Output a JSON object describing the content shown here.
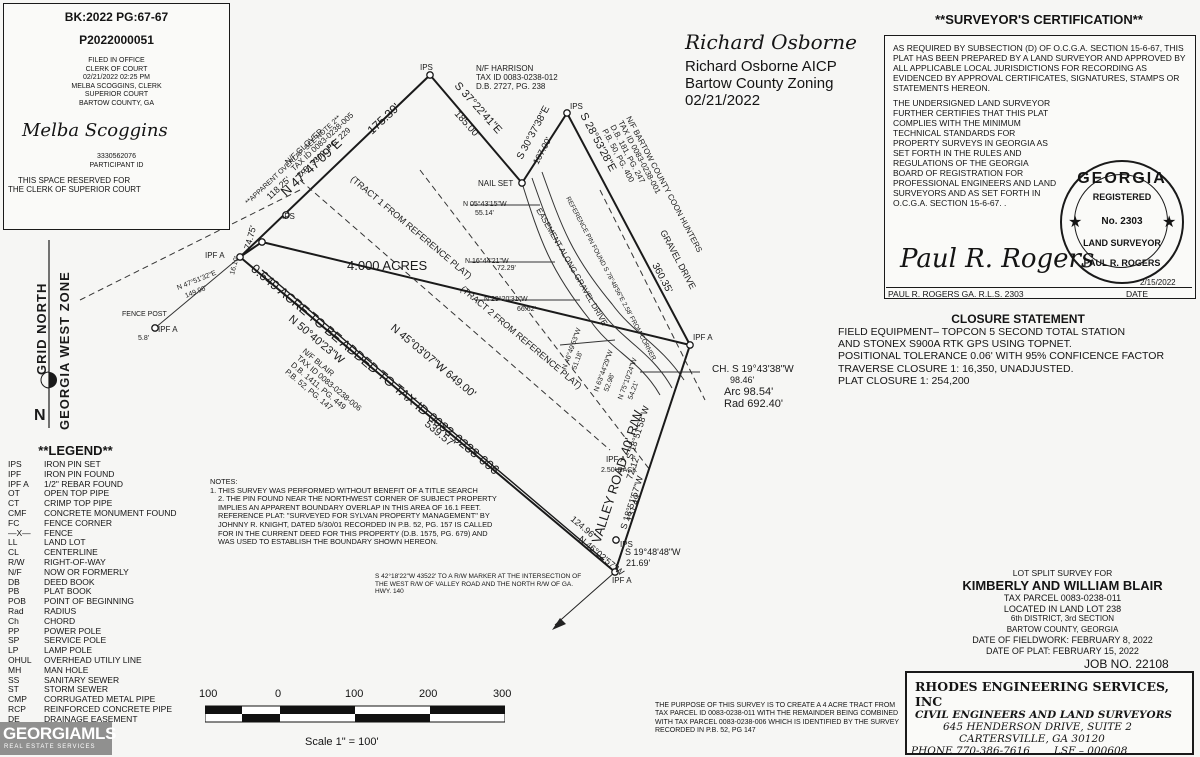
{
  "clerk_box": {
    "book_page": "BK:2022 PG:67-67",
    "doc_number": "P2022000051",
    "filed_lines": [
      "FILED IN OFFICE",
      "CLERK OF COURT",
      "02/21/2022 02:25 PM",
      "MELBA SCOGGINS, CLERK",
      "SUPERIOR COURT",
      "BARTOW COUNTY, GA"
    ],
    "signature": "Melba Scoggins",
    "participant_id": "3330562076",
    "participant_label": "PARTICIPANT ID",
    "reserved_lines": [
      "THIS SPACE RESERVED FOR",
      "THE CLERK OF SUPERIOR COURT"
    ]
  },
  "zoning": {
    "signature": "Richard Osborne",
    "name": "Richard Osborne AICP",
    "dept": "Bartow County Zoning",
    "date": "02/21/2022"
  },
  "certification": {
    "title": "**SURVEYOR'S CERTIFICATION**",
    "para1": "AS REQUIRED BY SUBSECTION (d) OF O.C.G.A. SECTION 15-6-67, THIS PLAT HAS BEEN PREPARED BY A LAND SURVEYOR AND APPROVED BY ALL APPLICABLE LOCAL JURISDICTIONS FOR RECORDING AS EVIDENCED BY APPROVAL CERTIFICATES, SIGNATURES, STAMPS OR STATEMENTS HEREON.",
    "para2": "THE UNDERSIGNED LAND SURVEYOR FURTHER CERTIFIES THAT THIS PLAT COMPLIES WITH THE MINIMUM TECHNICAL STANDARDS FOR PROPERTY SURVEYS IN GEORGIA AS SET FORTH IN THE RULES AND REGULATIONS OF THE GEORGIA BOARD OF REGISTRATION FOR PROFESSIONAL ENGINEERS AND LAND SURVEYORS AND AS SET FORTH IN O.C.G.A. SECTION 15-6-67. .",
    "seal_top": "GEORGIA",
    "seal_mid": "REGISTERED",
    "seal_no": "No. 2303",
    "seal_bottom": "LAND SURVEYOR",
    "seal_name": "PAUL R. ROGERS",
    "sign_date": "2/15/2022",
    "surveyor": "PAUL R. ROGERS GA. R.L.S. 2303",
    "date_label": "DATE"
  },
  "closure": {
    "title": "CLOSURE STATEMENT",
    "lines": [
      "FIELD EQUIPMENT– TOPCON 5 SECOND TOTAL STATION",
      "AND STONEX S900A RTK GPS USING TOPNET.",
      "POSITIONAL TOLERANCE 0.06' WITH 95% CONFICENCE FACTOR",
      "TRAVERSE CLOSURE 1: 16,350, UNADJUSTED.",
      "PLAT CLOSURE 1: 254,200"
    ]
  },
  "title_block": {
    "heading": "LOT SPLIT SURVEY FOR",
    "client": "KIMBERLY AND WILLIAM BLAIR",
    "lines": [
      "TAX PARCEL 0083-0238-011",
      "LOCATED IN LAND LOT 238",
      "6th DISTRICT, 3rd SECTION",
      "BARTOW COUNTY, GEORGIA",
      "DATE OF FIELDWORK: FEBRUARY 8, 2022",
      "DATE OF PLAT: FEBRUARY 15, 2022"
    ],
    "job": "JOB NO. 22108"
  },
  "company": {
    "name": "RHODES ENGINEERING SERVICES, INC",
    "tagline": "CIVIL ENGINEERS AND LAND SURVEYORS",
    "address1": "645 HENDERSON DRIVE, SUITE 2",
    "address2": "CARTERSVILLE, GA   30120",
    "phone": "PHONE 770-386-7616",
    "lsf": "LSF – 000608"
  },
  "purpose_note": "THE PURPOSE OF THIS SURVEY IS TO CREATE A 4 ACRE TRACT FROM TAX PARCEL ID 0083-0238-011 WITH THE REMAINDER BEING COMBINED WITH TAX PARCEL 0083-0238-006 WHICH IS IDENTIFIED BY THE SURVEY RECORDED IN P.B. 52, PG 147",
  "notes": {
    "title": "NOTES:",
    "items": [
      "1. THIS SURVEY WAS PERFORMED WITHOUT BENEFIT OF A TITLE SEARCH",
      "2. THE PIN FOUND NEAR THE NORTHWEST CORNER OF SUBJECT PROPERTY IMPLIES AN APPARENT BOUNDARY OVERLAP IN THIS AREA OF 16.1 FEET. REFERENCE PLAT: \"SURVEYED FOR SYLVAN PROPERTY MANAGEMENT\" BY JOHNNY R. KNIGHT, DATED 5/30/01 RECORDED IN P.B. 52, PG. 157 IS CALLED FOR IN THE CURRENT DEED FOR THIS PROPERTY (D.B. 1575, PG. 679) AND WAS USED TO ESTABLISH THE BOUNDARY SHOWN HEREON."
    ]
  },
  "legend": {
    "title": "**LEGEND**",
    "items": [
      [
        "IPS",
        "IRON PIN SET"
      ],
      [
        "IPF",
        "IRON PIN FOUND"
      ],
      [
        "IPF A",
        "1/2\" REBAR FOUND"
      ],
      [
        "OT",
        "OPEN TOP PIPE"
      ],
      [
        "CT",
        "CRIMP TOP PIPE"
      ],
      [
        "CMF",
        "CONCRETE MONUMENT FOUND"
      ],
      [
        "FC",
        "FENCE CORNER"
      ],
      [
        "—X—",
        "FENCE"
      ],
      [
        "LL",
        "LAND LOT"
      ],
      [
        "CL",
        "CENTERLINE"
      ],
      [
        "R/W",
        "RIGHT-OF-WAY"
      ],
      [
        "N/F",
        "NOW OR FORMERLY"
      ],
      [
        "DB",
        "DEED BOOK"
      ],
      [
        "PB",
        "PLAT BOOK"
      ],
      [
        "POB",
        "POINT OF BEGINNING"
      ],
      [
        "Rad",
        "RADIUS"
      ],
      [
        "Ch",
        "CHORD"
      ],
      [
        "PP",
        "POWER POLE"
      ],
      [
        "SP",
        "SERVICE POLE"
      ],
      [
        "LP",
        "LAMP POLE"
      ],
      [
        "OHUL",
        "OVERHEAD UTILIY LINE"
      ],
      [
        "MH",
        "MAN HOLE"
      ],
      [
        "SS",
        "SANITARY SEWER"
      ],
      [
        "ST",
        "STORM SEWER"
      ],
      [
        "CMP",
        "CORRUGATED METAL PIPE"
      ],
      [
        "RCP",
        "REINFORCED CONCRETE PIPE"
      ],
      [
        "DE",
        "DRAINAGE EASEMENT"
      ]
    ]
  },
  "north": {
    "line1": "GRID NORTH",
    "line2": "GEORGIA WEST ZONE",
    "letter": "N"
  },
  "scale": {
    "ticks": [
      "100",
      "0",
      "100",
      "200",
      "300"
    ],
    "caption": "Scale  1\"  =  100'"
  },
  "watermark": {
    "main": "GEORGIAMLS",
    "sub": "REAL ESTATE SERVICES"
  },
  "plat_labels": {
    "acres": "4.000 ACRES",
    "addition": "0.649 ACRE TO BE ADDED TO TAX ID 0083-0238-006",
    "tract1": "(TRACT 1 FROM REFERENCE PLAT)",
    "tract2": "(TRACT 2 FROM REFERENCE PLAT)",
    "road": "VALLEY ROAD  40' R/W",
    "gravel": "GRAVEL DRIVE",
    "easement": "EASEMENT ALONG GRAVEL DRIVE",
    "harrison": [
      "N/F HARRISON",
      "TAX ID 0083-0238-012",
      "D.B. 2727, PG. 238"
    ],
    "glover": [
      "N/F GLOVER",
      "TAX ID 0083-0238-005",
      "D.B. 3392, PG. 229"
    ],
    "blair": [
      "N/F BLAIR",
      "TAX ID 0083-0238-006",
      "D.B. 1411, PG. 449",
      "P.B. 52, PG. 147"
    ],
    "bartow": [
      "N/F BARTOW COUNTY COON HUNTERS",
      "TAX ID 0083-0238-001",
      "D.B. 181, PG. 247",
      "P.B. 50, PG. 400"
    ],
    "overlap": "**APPARENT OVERLAP, SEE NOTE 2**",
    "north_line": "N 47°47'09\"E",
    "north_dist": "175.39'",
    "north_dist2": "118.25'",
    "east1": "S 37°22'41\"E",
    "east1_dist": "185.00'",
    "east2": "S 30°37'38\"E",
    "east2_dist": "107.00'",
    "east3": "S 28°53'28\"E",
    "east3_dist": "360.35'",
    "diag": "N 45°03'07\"W  649.00'",
    "south": "N 50°40'23\"W",
    "south_dist": "539.57'",
    "short_dist": "74.75'",
    "bottom_dist": "124.96'",
    "bottom_bearing": "N 46°02'57\"W",
    "road_bearing1": "S 18°51'58\"W",
    "road_dist1": "72.12'",
    "road_bearing2": "S 18°51'57\"W",
    "road_dist2": "131.49'",
    "sw_bearing": "S 19°48'48\"W",
    "sw_dist": "21.69'",
    "chord": "CH. S 19°43'38\"W",
    "chord_dist": "98.46'",
    "arc": "Arc 98.54'",
    "rad": "Rad 692.40'",
    "fence_bearing": "N 47°51'32\"E",
    "fence_dist": "149.96'",
    "w_dist": "16.10'",
    "fence_post": "FENCE POST",
    "small_58": "5.8'",
    "nail_set": "NAIL SET",
    "ipf_back": "2.50' BACK",
    "ips": "IPS",
    "ipf_a": "IPF A",
    "ref_pin": "REFERENCE PIN FOUND S 78°48'56\"E 2.58' FROM CORNER",
    "gd_bearings": [
      "N 05°43'15\"W",
      "N 16°44'21\"W",
      "N 29°20'31\"W",
      "N 46°49'53\"W",
      "N 63°44'29\"W",
      "N 75°10'24\"W"
    ],
    "gd_dists": [
      "55.14'",
      "72.29'",
      "66.62'",
      "51.18'",
      "52.98'",
      "54.21'"
    ],
    "tie": "S 42°18'22\"W 43522' TO A R/W MARKER AT THE INTERSECTION OF THE WEST R/W OF VALLEY ROAD AND THE NORTH R/W OF GA. HWY. 140"
  }
}
